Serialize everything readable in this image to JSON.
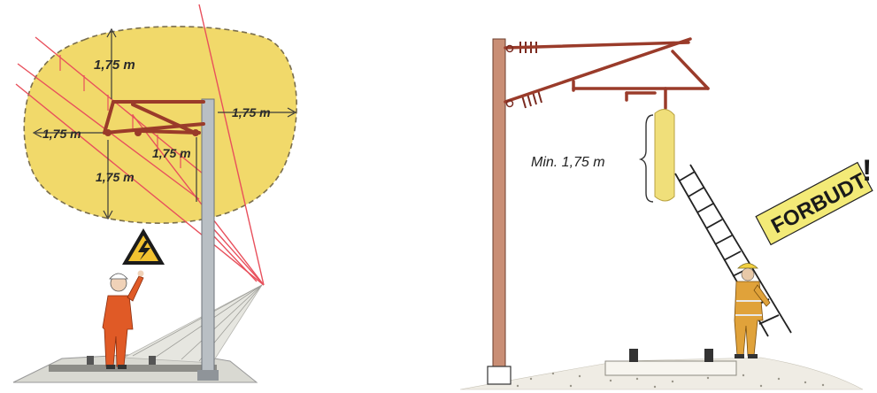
{
  "left_panel": {
    "labels": {
      "top": "1,75 m",
      "right": "1,75 m",
      "left": "1,75 m",
      "mid": "1,75 m",
      "bottom": "1,75 m"
    },
    "colors": {
      "zone": "#f1d96a",
      "zone_edge": "#8a7a4a",
      "red_lines": "#e8505c",
      "bracket": "#9a3b2a",
      "pole": "#b9bfc4",
      "worker": "#e05a26"
    }
  },
  "right_panel": {
    "label": "Min. 1,75 m",
    "sign": "FORBUDT",
    "sign_mark": "!",
    "colors": {
      "pole": "#c98e75",
      "bracket": "#9a3b2a",
      "clearance": "#f0df7a",
      "sign": "#f3ea77",
      "worker": "#e0a23a"
    }
  }
}
